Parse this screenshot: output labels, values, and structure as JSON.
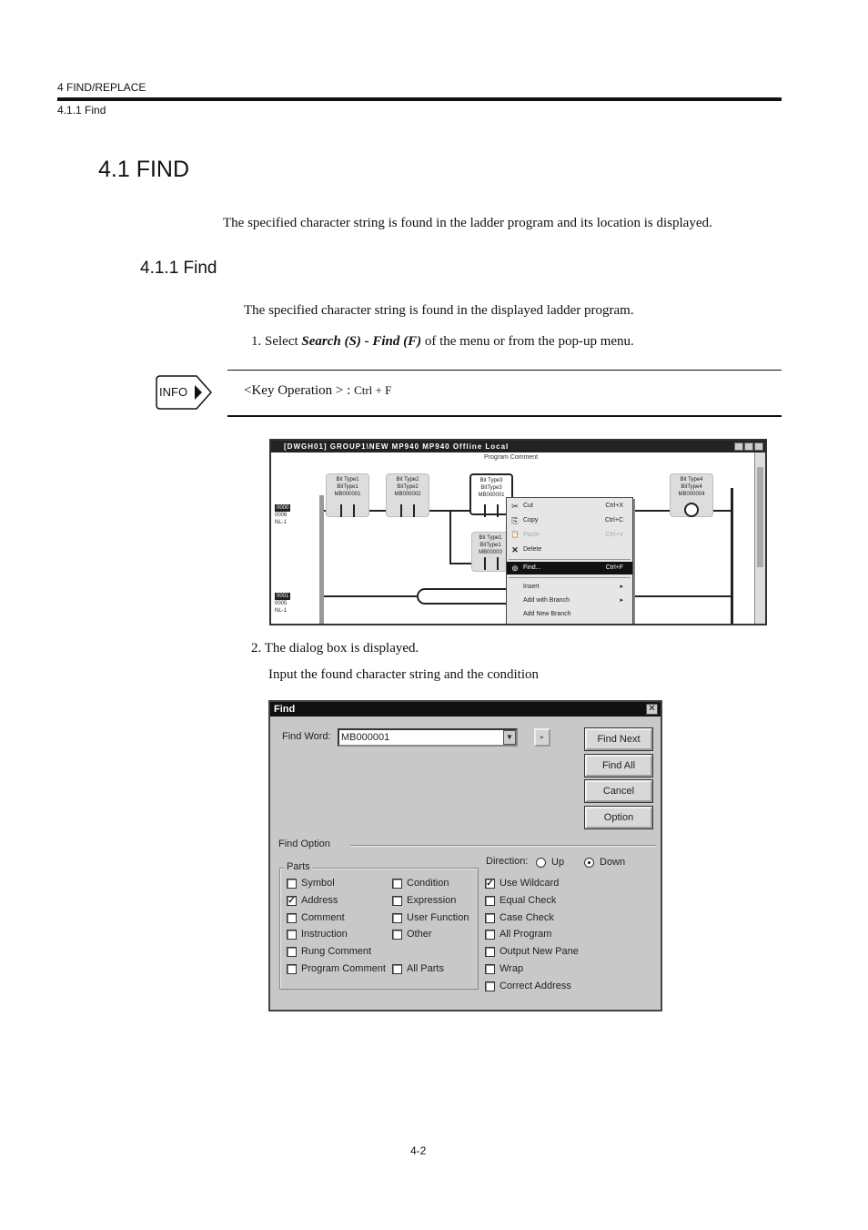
{
  "header": {
    "chapter": "4  FIND/REPLACE",
    "section": "4.1.1  Find"
  },
  "title": "4.1  FIND",
  "intro": "The specified character string is found in the ladder program and its location is displayed.",
  "subsection_title": "4.1.1  Find",
  "subsection_intro": "The specified character string is found in the displayed ladder program.",
  "step1": {
    "prefix": "1.  Select ",
    "menu_path": "Search (S) - Find (F)",
    "suffix": " of the menu or from the pop-up menu."
  },
  "info": {
    "badge": "INFO",
    "key_operation_label": "<Key Operation > : ",
    "key_operation_value": "Ctrl + F"
  },
  "ladder_window": {
    "title": "[DWGH01]   GROUP1\\NEW  MP940  MP940    Offline  Local",
    "subtitle": "Program Comment",
    "rows": [
      {
        "tag": "0000",
        "line2": "0006",
        "line3": "NL-1"
      },
      {
        "tag": "0001",
        "line2": "0005",
        "line3": "NL-1"
      }
    ],
    "contacts": [
      {
        "l1": "Bit Type1",
        "l2": "BitType1",
        "l3": "MB000001"
      },
      {
        "l1": "Bit Type2",
        "l2": "BitType2",
        "l3": "MB000002"
      },
      {
        "l1": "Bit Type3",
        "l2": "BitType3",
        "l3": "MB000001"
      },
      {
        "l1": "Bit Type1",
        "l2": "BitType1",
        "l3": "MB00000"
      },
      {
        "l1": "Bit Type4",
        "l2": "BitType4",
        "l3": "MB000004"
      }
    ],
    "context_menu": [
      {
        "label": "Cut",
        "shortcut": "Ctrl+X",
        "icon": "scissors-icon",
        "glyph": "✂"
      },
      {
        "label": "Copy",
        "shortcut": "Ctrl+C",
        "icon": "copy-icon",
        "glyph": "⎘"
      },
      {
        "label": "Paste",
        "shortcut": "Ctrl+V",
        "icon": "paste-icon",
        "glyph": "📋"
      },
      {
        "label": "Delete",
        "shortcut": "",
        "icon": "delete-icon",
        "glyph": "✕"
      },
      {
        "label": "Find...",
        "shortcut": "Ctrl+F",
        "icon": "binoculars-icon",
        "glyph": "⊚"
      },
      {
        "label": "Insert",
        "shortcut": "▸"
      },
      {
        "label": "Add with Branch",
        "shortcut": "▸"
      },
      {
        "label": "Add New Branch",
        "shortcut": ""
      }
    ]
  },
  "step2": {
    "text": "2.  The dialog box is displayed.",
    "sub": "Input the found character string and the condition"
  },
  "find_dialog": {
    "title": "Find",
    "find_word_label": "Find Word:",
    "find_word_value": "MB000001",
    "buttons": [
      "Find Next",
      "Find All",
      "Cancel",
      "Option"
    ],
    "find_option_label": "Find Option",
    "parts_label": "Parts",
    "direction_label": "Direction:",
    "direction_up": "Up",
    "direction_down": "Down",
    "parts_left": [
      {
        "label": "Symbol",
        "checked": false
      },
      {
        "label": "Address",
        "checked": true
      },
      {
        "label": "Comment",
        "checked": false
      },
      {
        "label": "Instruction",
        "checked": false
      },
      {
        "label": "Rung Comment",
        "checked": false
      },
      {
        "label": "Program Comment",
        "checked": false
      }
    ],
    "parts_right": [
      {
        "label": "Condition",
        "checked": false
      },
      {
        "label": "Expression",
        "checked": false
      },
      {
        "label": "User Function",
        "checked": false
      },
      {
        "label": "Other",
        "checked": false
      },
      {
        "label": "All Parts",
        "checked": false
      }
    ],
    "options": [
      {
        "label": "Use Wildcard",
        "checked": true
      },
      {
        "label": "Equal Check",
        "checked": false
      },
      {
        "label": "Case Check",
        "checked": false
      },
      {
        "label": "All Program",
        "checked": false
      },
      {
        "label": "Output New Pane",
        "checked": false
      },
      {
        "label": "Wrap",
        "checked": false
      },
      {
        "label": "Correct Address",
        "checked": false
      }
    ]
  },
  "page_number": "4-2"
}
